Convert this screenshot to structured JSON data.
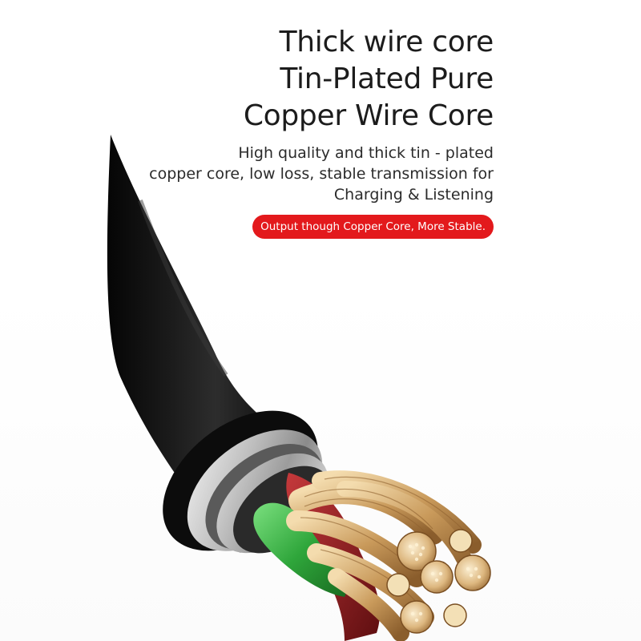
{
  "headline": {
    "line1": "Thick wire core",
    "line2": "Tin-Plated Pure",
    "line3": "Copper Wire Core"
  },
  "description": {
    "line1": "High quality and thick tin - plated",
    "line2": "copper core, low loss, stable transmission for",
    "line3": "Charging & Listening"
  },
  "badge": {
    "label": "Output though Copper Core, More Stable.",
    "color": "#e3191c"
  },
  "colors": {
    "cable_jacket": "#141414",
    "shield": "#c9c9c9",
    "copper": "#d9b079",
    "green_insulation": "#3bb34a",
    "red_insulation": "#8e1a1c"
  }
}
